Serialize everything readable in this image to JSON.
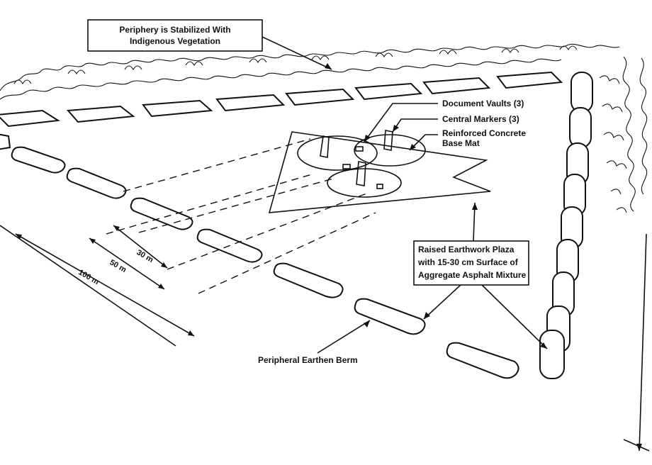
{
  "callouts": {
    "periphery": {
      "line1": "Periphery is Stabilized With",
      "line2": "Indigenous Vegetation"
    },
    "document_vaults": "Document Vaults (3)",
    "central_markers": "Central Markers (3)",
    "base_mat": {
      "line1": "Reinforced Concrete",
      "line2": "Base Mat"
    },
    "plaza": {
      "line1": "Raised Earthwork Plaza",
      "line2": "with 15-30 cm Surface of",
      "line3": "Aggregate Asphalt Mixture"
    },
    "berm": "Peripheral Earthen Berm"
  },
  "dimensions": {
    "d30": "30 m",
    "d50": "50 m",
    "d100": "100 m"
  },
  "colors": {
    "ink": "#111111",
    "background": "#ffffff"
  }
}
